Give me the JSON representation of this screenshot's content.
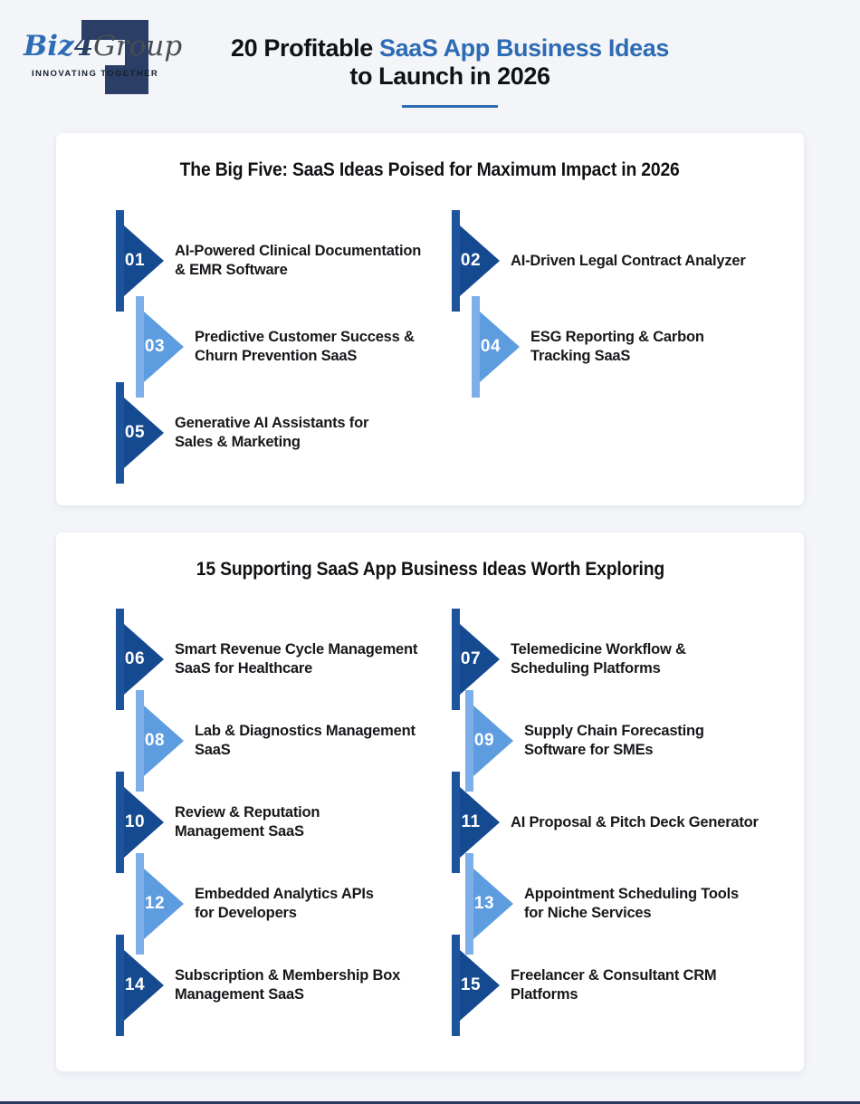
{
  "logo": {
    "biz": "Biz",
    "four": "4",
    "group": "Group",
    "tagline": "INNOVATING TOGETHER"
  },
  "title": {
    "prefix": "20 Profitable ",
    "highlight": "SaaS App Business Ideas",
    "line2": "to Launch in 2026"
  },
  "colors": {
    "accent_blue": "#2D6CB3",
    "dark_arrow": "#154A90",
    "dark_arrow_bar": "#1E549C",
    "light_arrow": "#5E9CE0",
    "light_arrow_bar": "#7FAFE8",
    "page_background": "#F3F5F9",
    "card_background": "#FFFFFF",
    "logo_navy": "#2B3F66",
    "text_dark": "#16181B"
  },
  "cards": [
    {
      "heading": "The Big Five: SaaS Ideas Poised for Maximum Impact in 2026",
      "items": [
        {
          "number": "01",
          "line1": "AI-Powered Clinical Documentation",
          "line2": "& EMR Software",
          "tone": "dark"
        },
        {
          "number": "02",
          "line1": "AI-Driven Legal Contract Analyzer",
          "line2": "",
          "tone": "dark"
        },
        {
          "number": "03",
          "line1": "Predictive Customer Success &",
          "line2": "Churn Prevention SaaS",
          "tone": "light"
        },
        {
          "number": "04",
          "line1": "ESG Reporting & Carbon",
          "line2": "Tracking SaaS",
          "tone": "light"
        },
        {
          "number": "05",
          "line1": "Generative AI Assistants for",
          "line2": "Sales & Marketing",
          "tone": "dark"
        }
      ]
    },
    {
      "heading": "15 Supporting SaaS App Business Ideas Worth Exploring",
      "items": [
        {
          "number": "06",
          "line1": "Smart Revenue Cycle Management",
          "line2": "SaaS for Healthcare",
          "tone": "dark"
        },
        {
          "number": "07",
          "line1": "Telemedicine Workflow &",
          "line2": "Scheduling Platforms",
          "tone": "dark"
        },
        {
          "number": "08",
          "line1": "Lab & Diagnostics Management",
          "line2": "SaaS",
          "tone": "light"
        },
        {
          "number": "09",
          "line1": "Supply Chain Forecasting",
          "line2": "Software for SMEs",
          "tone": "light"
        },
        {
          "number": "10",
          "line1": "Review & Reputation",
          "line2": "Management SaaS",
          "tone": "dark"
        },
        {
          "number": "11",
          "line1": "AI Proposal & Pitch Deck Generator",
          "line2": "",
          "tone": "dark"
        },
        {
          "number": "12",
          "line1": "Embedded Analytics APIs",
          "line2": "for Developers",
          "tone": "light"
        },
        {
          "number": "13",
          "line1": "Appointment Scheduling Tools",
          "line2": "for Niche Services",
          "tone": "light"
        },
        {
          "number": "14",
          "line1": "Subscription & Membership Box",
          "line2": "Management SaaS",
          "tone": "dark"
        },
        {
          "number": "15",
          "line1": "Freelancer & Consultant CRM",
          "line2": "Platforms",
          "tone": "dark"
        }
      ]
    }
  ]
}
